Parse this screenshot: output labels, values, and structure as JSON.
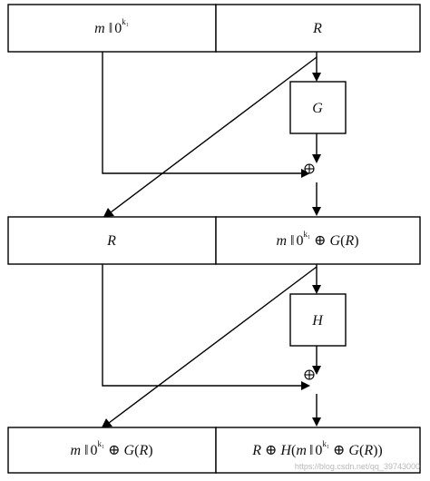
{
  "diagram": {
    "row1": {
      "left": {
        "a": "m",
        "b": "‖",
        "c": "0",
        "sup": "k₁"
      },
      "right": "R"
    },
    "round1": {
      "func": "G"
    },
    "row2": {
      "left": "R",
      "right": {
        "a": "m",
        "b": "‖",
        "c": "0",
        "sup": "k₁",
        "d": " ⊕ ",
        "e": "G",
        "f": "(",
        "g": "R",
        "h": ")"
      }
    },
    "round2": {
      "func": "H"
    },
    "row3": {
      "left": {
        "a": "m",
        "b": "‖",
        "c": "0",
        "sup": "k₁",
        "d": " ⊕ ",
        "e": "G",
        "f": "(",
        "g": "R",
        "h": ")"
      },
      "right": {
        "a": "R",
        "b": " ⊕ ",
        "c": "H",
        "d": "(",
        "e": "m",
        "f": "‖",
        "g": "0",
        "sup": "k₁",
        "h": " ⊕ ",
        "i": "G",
        "j": "(",
        "k": "R",
        "l": "))"
      }
    }
  },
  "watermark": "https://blog.csdn.net/qq_39743000"
}
